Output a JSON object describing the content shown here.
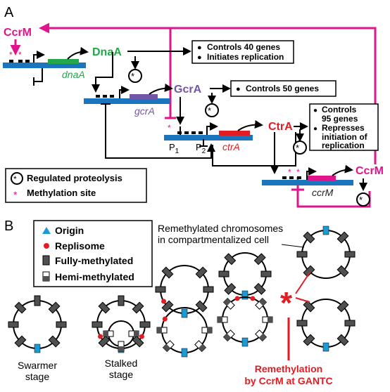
{
  "panel_a": {
    "label": "A",
    "regulators": {
      "ccrm_top": "CcrM",
      "dnaa": "DnaA",
      "gcra": "GcrA",
      "ctra": "CtrA",
      "ccrm_right": "CcrM"
    },
    "genes": {
      "dnaa": "dnaA",
      "gcra": "gcrA",
      "ctra": "ctrA",
      "ccrm": "ccrM"
    },
    "promoters": {
      "p1": "P",
      "p1_sub": "1",
      "p2": "P",
      "p2_sub": "2"
    },
    "boxes": {
      "dnaa_line1": "Controls 40 genes",
      "dnaa_line2": "Initiates replication",
      "gcra_line1": "Controls 50 genes",
      "ctra_line1": "Controls",
      "ctra_line2": "95 genes",
      "ctra_line3": "Represses",
      "ctra_line4": "initiation of",
      "ctra_line5": "replication"
    },
    "legend": {
      "proteolysis": "Regulated proteolysis",
      "methylation": "Methylation site"
    },
    "colors": {
      "ccrm": "#e0158c",
      "dnaa": "#22a84a",
      "gcra": "#7356a8",
      "ctra": "#e31b23",
      "dna": "#1b75bc"
    }
  },
  "panel_b": {
    "label": "B",
    "legend": {
      "origin": "Origin",
      "replisome": "Replisome",
      "fully": "Fully-methylated",
      "hemi": "Hemi-methylated"
    },
    "note_line1": "Remethylated chromosomes",
    "note_line2": "in compartmentalized cell",
    "stage1_line1": "Swarmer",
    "stage1_line2": "stage",
    "stage2_line1": "Stalked",
    "stage2_line2": "stage",
    "remeth_line1": "Remethylation",
    "remeth_line2": "by CcrM at GANTC",
    "colors": {
      "origin": "#1b9ad6",
      "replisome": "#e31b23",
      "mark": "#505050"
    }
  }
}
